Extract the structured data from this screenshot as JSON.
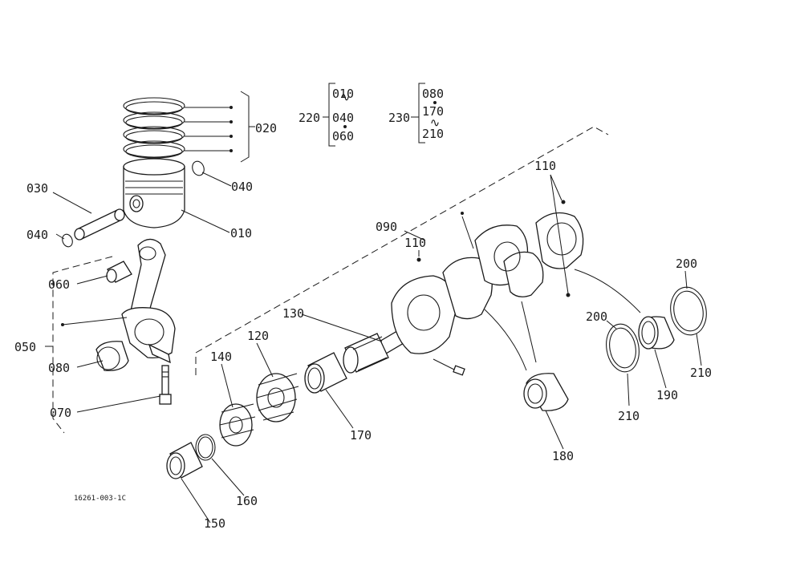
{
  "diagram": {
    "drawing_number": "16261-003-1C",
    "callouts": {
      "c010": "010",
      "c020": "020",
      "c030": "030",
      "c040a": "040",
      "c040b": "040",
      "c050": "050",
      "c060": "060",
      "c070": "070",
      "c080": "080",
      "c090": "090",
      "c110a": "110",
      "c110b": "110",
      "c120": "120",
      "c130": "130",
      "c140": "140",
      "c150": "150",
      "c160": "160",
      "c170": "170",
      "c180": "180",
      "c190": "190",
      "c200a": "200",
      "c200b": "200",
      "c210a": "210",
      "c210b": "210"
    },
    "kits": [
      {
        "id": "220",
        "items": [
          "010",
          "040",
          "060"
        ]
      },
      {
        "id": "230",
        "items": [
          "080",
          "170",
          "210"
        ]
      }
    ]
  }
}
